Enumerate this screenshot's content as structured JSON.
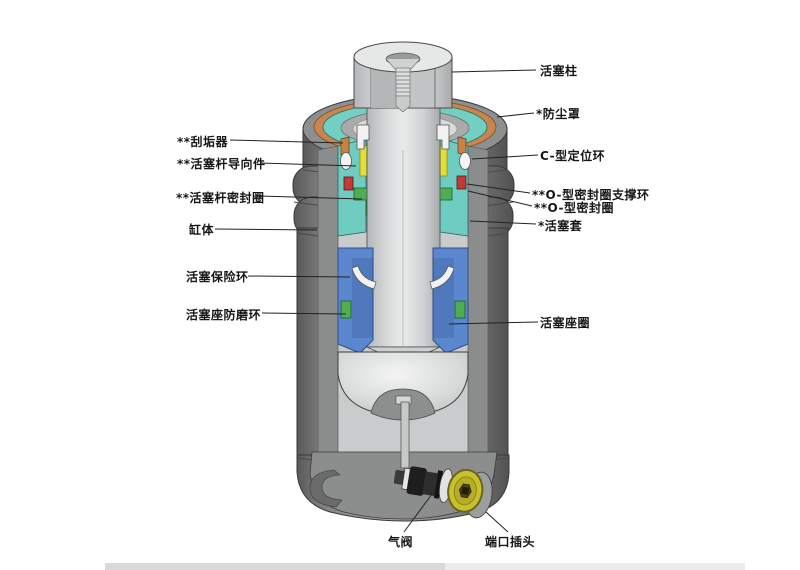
{
  "diagram": {
    "labels": {
      "piston_rod": {
        "text": "活塞柱"
      },
      "dust_cover": {
        "text": "*防尘罩"
      },
      "c_ring": {
        "text": "C-型定位环"
      },
      "o_ring_backup": {
        "text": "**O-型密封圈支撑环"
      },
      "o_ring": {
        "text": "**O-型密封圈"
      },
      "piston_sleeve": {
        "text": "*活塞套"
      },
      "piston_seat_ring": {
        "text": "活塞座圈"
      },
      "scraper": {
        "text": "**刮垢器"
      },
      "rod_guide": {
        "text": "**活塞杆导向件"
      },
      "rod_seal": {
        "text": "**活塞杆密封圈"
      },
      "cylinder_body": {
        "text": "缸体"
      },
      "piston_retaining_ring": {
        "text": "活塞保险环"
      },
      "piston_seat_wear_ring": {
        "text": "活塞座防磨环"
      },
      "air_valve": {
        "text": "气阀"
      },
      "port_plug": {
        "text": "端口插头"
      }
    },
    "colors": {
      "seal_housing_teal": "#6FCCC1",
      "dust_cover_orange": "#C8854E",
      "rod_seal_yellow": "#E3DE3A",
      "o_ring_red": "#C03A3A",
      "sleeve_green": "#4FAE52",
      "piston_seat_blue": "#5B87CF",
      "port_plug_yellow": "#C9C12C",
      "body_gray": "#8F8F8F"
    }
  }
}
